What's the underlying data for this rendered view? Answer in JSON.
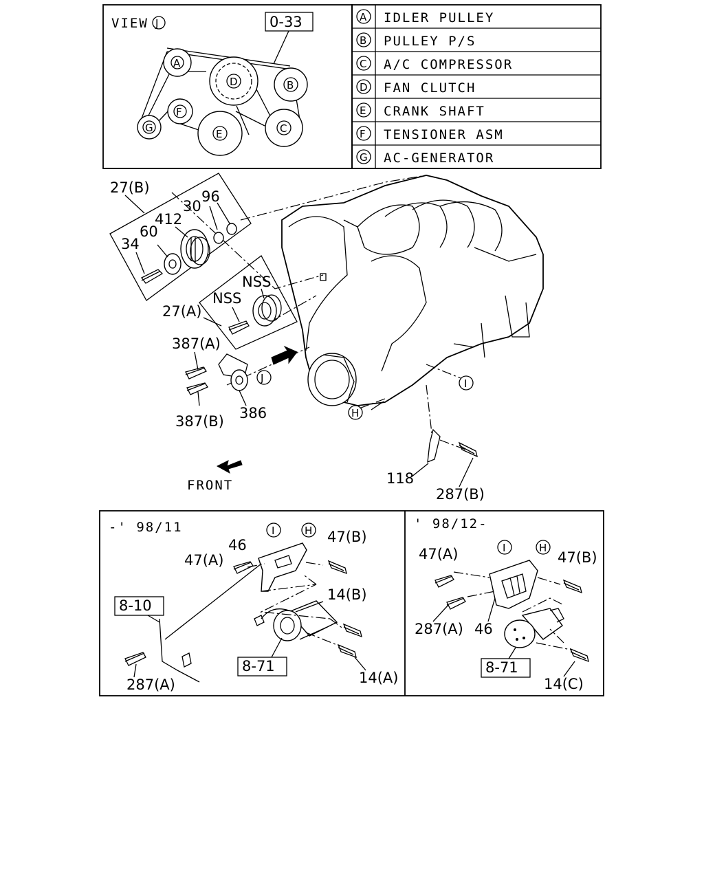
{
  "view_box": {
    "view_label": "VIEW",
    "view_letter": "J",
    "ref_code": "0-33",
    "pulleys": [
      "A",
      "B",
      "C",
      "D",
      "E",
      "F",
      "G"
    ]
  },
  "legend": [
    {
      "letter": "A",
      "name": "IDLER PULLEY"
    },
    {
      "letter": "B",
      "name": "PULLEY P/S"
    },
    {
      "letter": "C",
      "name": "A/C COMPRESSOR"
    },
    {
      "letter": "D",
      "name": "FAN CLUTCH"
    },
    {
      "letter": "E",
      "name": "CRANK SHAFT"
    },
    {
      "letter": "F",
      "name": "TENSIONER ASM"
    },
    {
      "letter": "G",
      "name": "AC-GENERATOR"
    }
  ],
  "main_labels": {
    "p27b": "27(B)",
    "p96": "96",
    "p30": "30",
    "p412": "412",
    "p60": "60",
    "p34": "34",
    "nss1": "NSS",
    "nss2": "NSS",
    "p27a": "27(A)",
    "p387a": "387(A)",
    "p387b": "387(B)",
    "p386": "386",
    "j": "J",
    "h": "H",
    "i": "I",
    "p118": "118",
    "p287b": "287(B)",
    "front": "FRONT"
  },
  "left_panel": {
    "period": "-' 98/11",
    "i": "I",
    "h": "H",
    "p46": "46",
    "p47b": "47(B)",
    "p47a": "47(A)",
    "ref_810": "8-10",
    "p14b": "14(B)",
    "ref_871": "8-71",
    "p287a": "287(A)",
    "p14a": "14(A)"
  },
  "right_panel": {
    "period": "' 98/12-",
    "i": "I",
    "h": "H",
    "p47a": "47(A)",
    "p47b": "47(B)",
    "p287a": "287(A)",
    "p46": "46",
    "ref_871": "8-71",
    "p14c": "14(C)"
  }
}
